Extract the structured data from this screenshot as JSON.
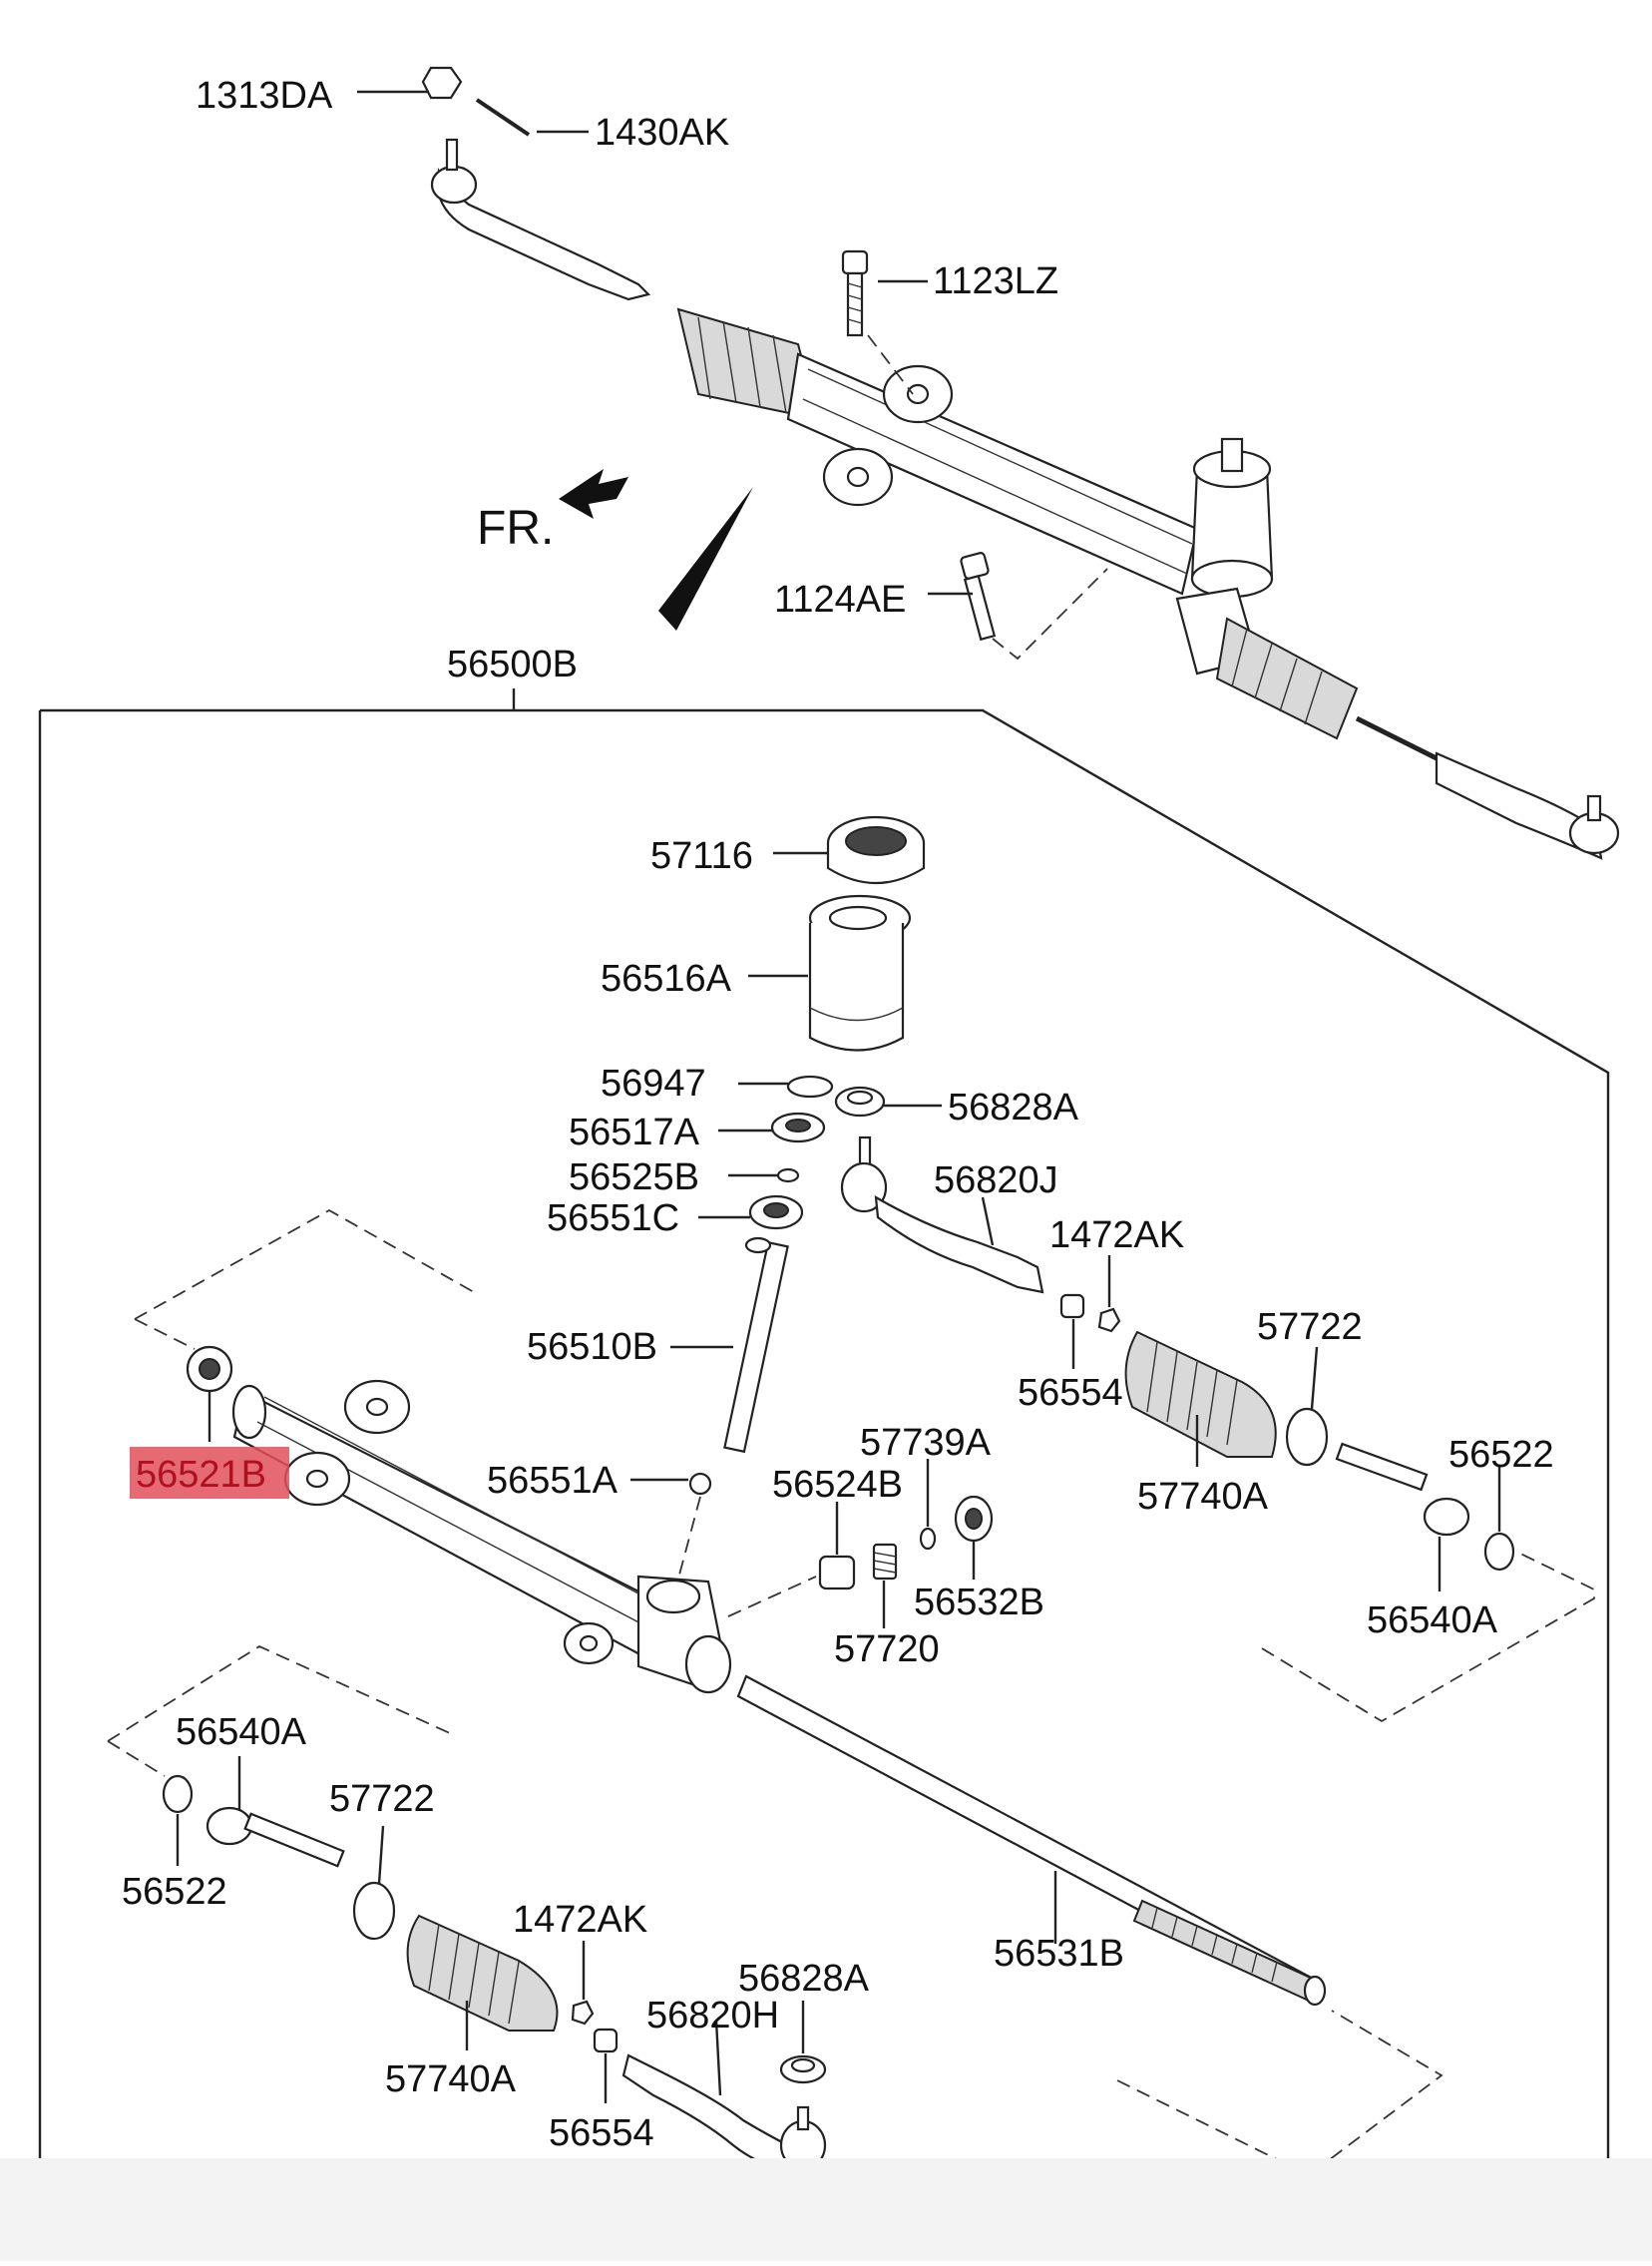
{
  "direction_marker": "FR.",
  "assembly_label": "56500B",
  "highlight_color": "#e0505a",
  "labels": {
    "l1313DA": "1313DA",
    "l1430AK": "1430AK",
    "l1123LZ": "1123LZ",
    "l1124AE": "1124AE",
    "l57116": "57116",
    "l56516A": "56516A",
    "l56947": "56947",
    "l56828A_top": "56828A",
    "l56517A": "56517A",
    "l56525B": "56525B",
    "l56551C": "56551C",
    "l56820J": "56820J",
    "l1472AK_top": "1472AK",
    "l56510B": "56510B",
    "l57722_top": "57722",
    "l56554_top": "56554",
    "l56522_right": "56522",
    "l57739A": "57739A",
    "l56524B": "56524B",
    "l56551A": "56551A",
    "l56521B": "56521B",
    "l57740A_top": "57740A",
    "l56532B": "56532B",
    "l57720": "57720",
    "l56540A_right": "56540A",
    "l56540A_left": "56540A",
    "l57722_left": "57722",
    "l56522_left": "56522",
    "l56531B": "56531B",
    "l1472AK_bottom": "1472AK",
    "l56828A_bottom": "56828A",
    "l56820H": "56820H",
    "l57740A_bottom": "57740A",
    "l56554_bottom": "56554"
  }
}
